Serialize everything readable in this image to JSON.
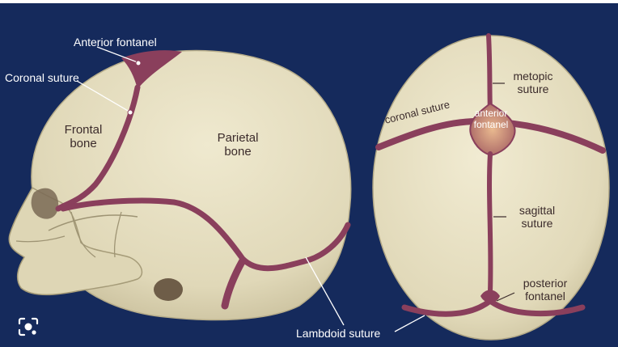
{
  "labels": {
    "anterior_fontanel_side": "Anterior fontanel",
    "coronal_suture_side": "Coronal suture",
    "frontal_bone": "Frontal\nbone",
    "parietal_bone": "Parietal\nbone",
    "lambdoid_suture": "Lambdoid suture",
    "metopic_suture": "metopic\nsuture",
    "coronal_suture_top": "coronal suture",
    "anterior_fontanel_top": "anterior\nfontanel",
    "sagittal_suture": "sagittal\nsuture",
    "posterior_fontanel": "posterior\nfontanel"
  },
  "icons": {
    "lens": "visual-search-icon"
  },
  "colors": {
    "background": "#152a5c",
    "bone": "#e3dcbe",
    "bone_shadow": "#c9c09e",
    "suture": "#8a3f5c",
    "fontanel_top": "#d9a882",
    "label_dark": "#3b2b2b",
    "label_light": "#ffffff"
  }
}
